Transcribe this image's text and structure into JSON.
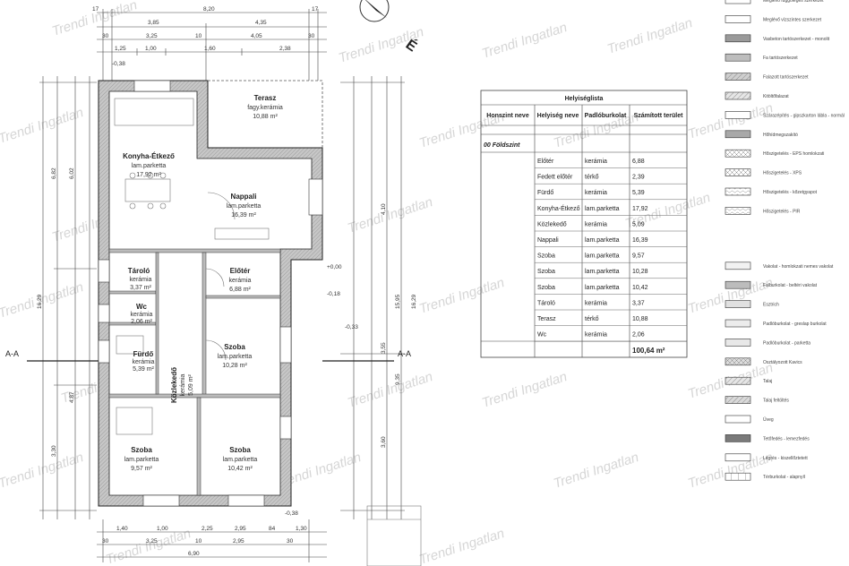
{
  "plan": {
    "north_label": "É",
    "section_label": "A-A",
    "rooms": [
      {
        "id": "konyha",
        "name": "Konyha-Étkező",
        "floor": "lam.parketta",
        "area": "17,92 m²"
      },
      {
        "id": "terasz",
        "name": "Terasz",
        "floor": "fagy.kerámia",
        "area": "10,88 m²"
      },
      {
        "id": "nappali",
        "name": "Nappali",
        "floor": "lam.parketta",
        "area": "16,39 m²"
      },
      {
        "id": "taroló",
        "name": "Tároló",
        "floor": "kerámia",
        "area": "3,37 m²"
      },
      {
        "id": "eloter",
        "name": "Előtér",
        "floor": "kerámia",
        "area": "6,88 m²"
      },
      {
        "id": "wc",
        "name": "Wc",
        "floor": "kerámia",
        "area": "2,06 m²"
      },
      {
        "id": "furdo",
        "name": "Fürdő",
        "floor": "kerámia",
        "area": "5,39 m²"
      },
      {
        "id": "szoba1",
        "name": "Szoba",
        "floor": "lam.parketta",
        "area": "10,28 m²"
      },
      {
        "id": "kozlekedo",
        "name": "Közlekedő",
        "floor": "kerámia",
        "area": "5,09 m²"
      },
      {
        "id": "szoba2",
        "name": "Szoba",
        "floor": "lam.parketta",
        "area": "9,57 m²"
      },
      {
        "id": "szoba3",
        "name": "Szoba",
        "floor": "lam.parketta",
        "area": "10,42 m²"
      }
    ],
    "top_dims": {
      "row1": [
        "17",
        "8,20",
        "17"
      ],
      "row2": [
        "3,85",
        "4,35"
      ],
      "row3": [
        "30",
        "3,25",
        "10",
        "4,05",
        "30"
      ],
      "row4": [
        "1,25",
        "1,00",
        "1,60",
        "2,38"
      ]
    },
    "bottom_dims": {
      "row1": [
        "1,40",
        "1,00",
        "2,25",
        "2,95",
        "84",
        "1,30"
      ],
      "row2": [
        "30",
        "3,25",
        "10",
        "2,95",
        "30"
      ],
      "row3": [
        "6,90"
      ]
    },
    "left_dims": [
      "16,29",
      "6,82",
      "6,02",
      "4,87",
      "3,30"
    ],
    "right_dims": [
      "16,29",
      "15,95",
      "4,10",
      "3,55",
      "9,35",
      "3,60"
    ],
    "levels": [
      "-0,38",
      "+0,00",
      "-0,18",
      "-0,33",
      "-0,38"
    ],
    "watermark": "Trendi Ingatlan"
  },
  "table": {
    "title": "Helyiséglista",
    "headers": [
      "Honszint neve",
      "Helyiség neve",
      "Padlóburkolat",
      "Számított terület"
    ],
    "level": "00 Földszint",
    "rows": [
      [
        "Előtér",
        "kerámia",
        "6,88"
      ],
      [
        "Fedett előtér",
        "térkő",
        "2,39"
      ],
      [
        "Fürdő",
        "kerámia",
        "5,39"
      ],
      [
        "Konyha-Étkező",
        "lam.parketta",
        "17,92"
      ],
      [
        "Közlekedő",
        "kerámia",
        "5,09"
      ],
      [
        "Nappali",
        "lam.parketta",
        "16,39"
      ],
      [
        "Szoba",
        "lam.parketta",
        "9,57"
      ],
      [
        "Szoba",
        "lam.parketta",
        "10,28"
      ],
      [
        "Szoba",
        "lam.parketta",
        "10,42"
      ],
      [
        "Tároló",
        "kerámia",
        "3,37"
      ],
      [
        "Terasz",
        "térkő",
        "10,88"
      ],
      [
        "Wc",
        "kerámia",
        "2,06"
      ]
    ],
    "total": "100,64 m²"
  },
  "legend": [
    {
      "label": "Meglévő függőleges szerkezet",
      "fill": "#ffffff",
      "pattern": "none"
    },
    {
      "label": "Meglévő vízszintes szerkezet",
      "fill": "#ffffff",
      "pattern": "none"
    },
    {
      "label": "Vasbeton tartószerkezet - monolit",
      "fill": "#9a9a9a",
      "pattern": "none"
    },
    {
      "label": "Fa tartószerkezet",
      "fill": "#bdbdbd",
      "pattern": "none"
    },
    {
      "label": "Falazott tartószerkezet",
      "fill": "#cfcfcf",
      "pattern": "hatch"
    },
    {
      "label": "Kitöltőfalazat",
      "fill": "#e6e6e6",
      "pattern": "hatch"
    },
    {
      "label": "Szárazépítés - gipszkarton lábla - normál",
      "fill": "#ffffff",
      "pattern": "none"
    },
    {
      "label": "Hőhídmegszakító",
      "fill": "#a8a8a8",
      "pattern": "none"
    },
    {
      "label": "Hőszigetelés - EPS homlokzati",
      "fill": "#ffffff",
      "pattern": "cross"
    },
    {
      "label": "Hőszigetelés - XPS",
      "fill": "#ffffff",
      "pattern": "cross"
    },
    {
      "label": "Hőszigetelés - kőzetgyapot",
      "fill": "#ffffff",
      "pattern": "wave"
    },
    {
      "label": "Hőszigetelés - PIR",
      "fill": "#ffffff",
      "pattern": "wave"
    },
    {
      "label": "Vakolat - homlokzati nemes vakolat",
      "fill": "#f2f2f2",
      "pattern": "none"
    },
    {
      "label": "Falburkolat - beltéri vakolat",
      "fill": "#bcbcbc",
      "pattern": "none"
    },
    {
      "label": "Esztrich",
      "fill": "#e0e0e0",
      "pattern": "none"
    },
    {
      "label": "Padlóburkolat - greslap burkolat",
      "fill": "#ececec",
      "pattern": "none"
    },
    {
      "label": "Padlóburkolat - parketta",
      "fill": "#e8e8e8",
      "pattern": "none"
    },
    {
      "label": "Osztályozott Kavics",
      "fill": "#dddddd",
      "pattern": "cross"
    },
    {
      "label": "Talaj",
      "fill": "#e6e6e6",
      "pattern": "hatch"
    },
    {
      "label": "Talaj feltöltés",
      "fill": "#d9d9d9",
      "pattern": "hatch"
    },
    {
      "label": "Üveg",
      "fill": "#ffffff",
      "pattern": "none"
    },
    {
      "label": "Tetőfedés - lemezfedés",
      "fill": "#7a7a7a",
      "pattern": "none"
    },
    {
      "label": "Légrés - kiszellőztetett",
      "fill": "#ffffff",
      "pattern": "none"
    },
    {
      "label": "Térburkolat - alapnyíl",
      "fill": "#ffffff",
      "pattern": "grid"
    }
  ]
}
